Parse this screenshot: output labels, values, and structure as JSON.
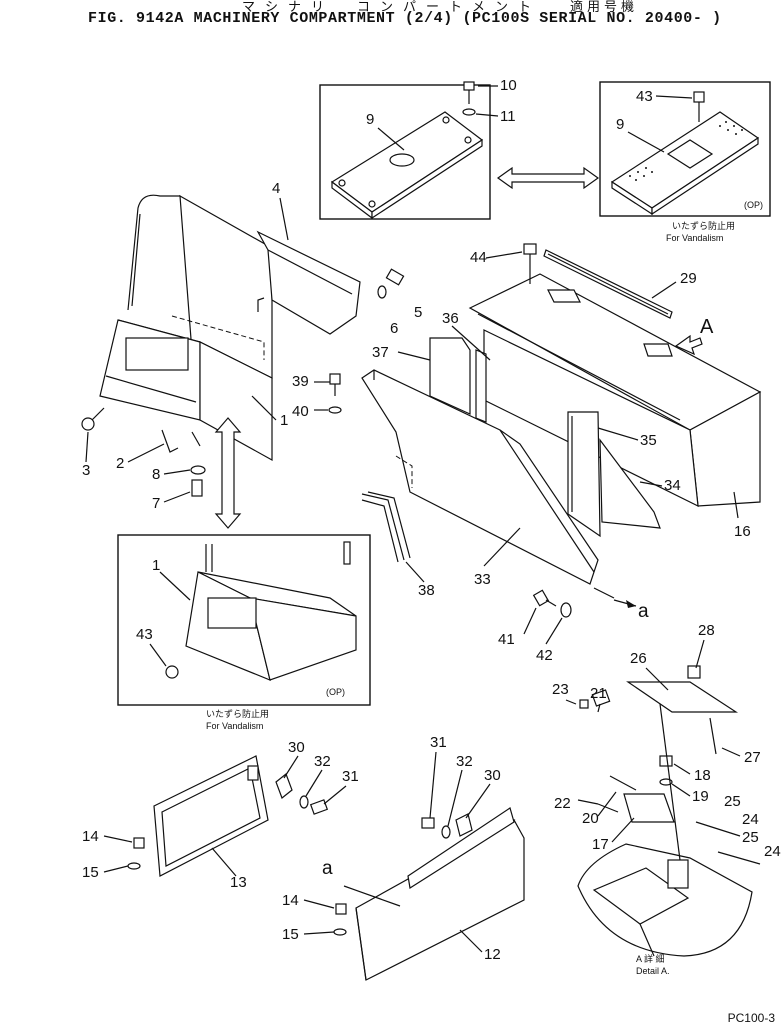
{
  "header": {
    "jp_left": "マシナリ　コンパートメント",
    "jp_right": "適用号機",
    "title": "FIG. 9142A  MACHINERY COMPARTMENT (2/4) (PC100S SERIAL NO. 20400- )"
  },
  "captions": {
    "op1": "(OP)",
    "op2": "(OP)",
    "vandal1_jp": "いたずら防止用",
    "vandal1_en": "For Vandalism",
    "vandal2_jp": "いたずら防止用",
    "vandal2_en": "For Vandalism",
    "detail_jp": "A 詳 細",
    "detail_en": "Detail A.",
    "arrow_a": "A",
    "ref_a1": "a",
    "ref_a2": "a"
  },
  "labels": {
    "l1a": "1",
    "l1b": "1",
    "l2": "2",
    "l3": "3",
    "l4": "4",
    "l5": "5",
    "l6": "6",
    "l7": "7",
    "l8": "8",
    "l9a": "9",
    "l9b": "9",
    "l10": "10",
    "l11": "11",
    "l12": "12",
    "l13": "13",
    "l14a": "14",
    "l14b": "14",
    "l15a": "15",
    "l15b": "15",
    "l16": "16",
    "l17": "17",
    "l18": "18",
    "l19": "19",
    "l20": "20",
    "l21": "21",
    "l22": "22",
    "l23": "23",
    "l24a": "24",
    "l24b": "24",
    "l25a": "25",
    "l25b": "25",
    "l26": "26",
    "l27": "27",
    "l28": "28",
    "l29": "29",
    "l30a": "30",
    "l30b": "30",
    "l31a": "31",
    "l31b": "31",
    "l32a": "32",
    "l32b": "32",
    "l33": "33",
    "l34": "34",
    "l35": "35",
    "l36": "36",
    "l37": "37",
    "l38": "38",
    "l39": "39",
    "l40": "40",
    "l41": "41",
    "l42": "42",
    "l43a": "43",
    "l43b": "43",
    "l44": "44"
  },
  "footer": {
    "page_code": "PC100-3"
  }
}
